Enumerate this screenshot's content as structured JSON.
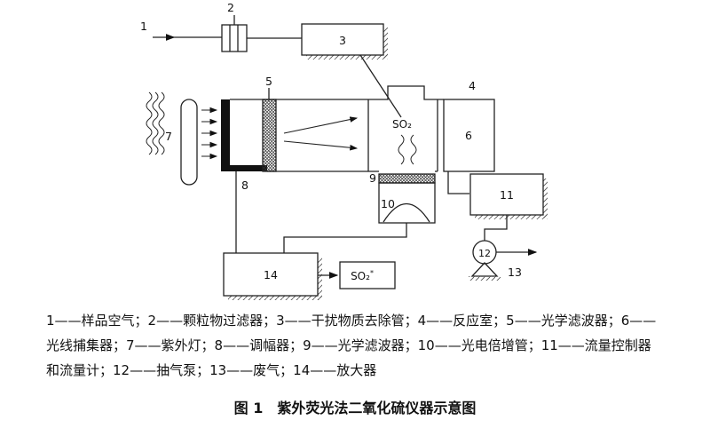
{
  "diagram": {
    "part_labels": {
      "p1": "1",
      "p2": "2",
      "p3": "3",
      "p4": "4",
      "p5": "5",
      "p6": "6",
      "p7": "7",
      "p8": "8",
      "p9": "9",
      "p10": "10",
      "p11": "11",
      "p12": "12",
      "p13": "13",
      "p14": "14"
    },
    "chamber_gas_label": "SO₂",
    "display_label": "SO₂",
    "display_superscript": "*"
  },
  "legend": {
    "line1": "1——样品空气；2——颗粒物过滤器；3——干扰物质去除管；4——反应室；5——光学滤波器；6——",
    "line2": "光线捕集器；7——紫外灯；8——调幅器；9——光学滤波器；10——光电倍增管；11——流量控制器",
    "line3": "和流量计；12——抽气泵；13——废气；14——放大器"
  },
  "caption": "图 1　紫外荧光法二氧化硫仪器示意图",
  "colors": {
    "ink": "#1a1a1a",
    "background": "#ffffff"
  }
}
